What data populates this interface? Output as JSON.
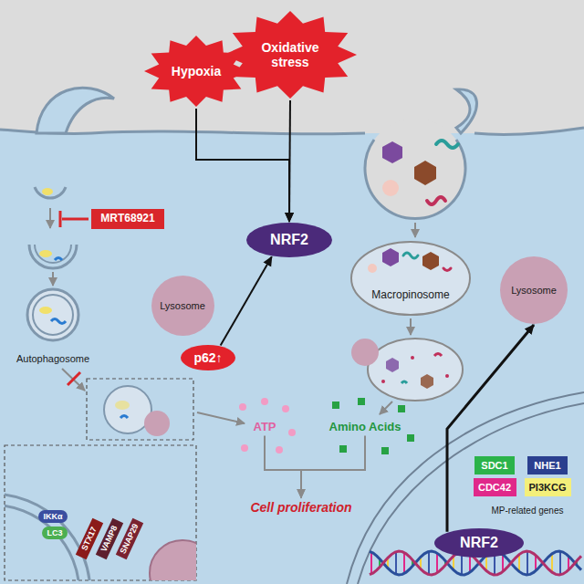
{
  "diagram": {
    "nodes": [
      {
        "text": [
          "Hypoxia"
        ]
      },
      {
        "text": [
          "Oxidative stress"
        ]
      },
      {
        "text": [
          "MRT68921"
        ]
      },
      {
        "text": [
          "NRF2"
        ]
      },
      {
        "text": [
          "Macropinosome"
        ]
      },
      {
        "text": [
          "Lysosome"
        ]
      },
      {
        "text": [
          "p62↑"
        ]
      },
      {
        "text": [
          "Lysosome"
        ]
      },
      {
        "text": [
          "ATP"
        ]
      },
      {
        "text": [
          "Amino Acids"
        ]
      },
      {
        "text": [
          "Cell proliferation"
        ]
      },
      {
        "text": [
          "SDC1"
        ]
      },
      {
        "text": [
          "NHE1"
        ]
      },
      {
        "text": [
          "CDC42"
        ]
      },
      {
        "text": [
          "PI3KCG"
        ]
      },
      {
        "text": [
          "NRF2"
        ]
      },
      {
        "text": [
          "IKKα"
        ]
      },
      {
        "text": [
          "LC3"
        ]
      },
      {
        "text": [
          "STX17"
        ]
      },
      {
        "text": [
          "VAMP8"
        ]
      },
      {
        "text": [
          "SNAP29"
        ]
      }
    ],
    "edges": [
      {
        "from": 0,
        "to": 3,
        "arrow": "to"
      },
      {
        "from": 1,
        "to": 3,
        "arrow": "to"
      },
      {
        "from": 6,
        "to": 3,
        "arrow": "to"
      },
      {
        "from": 8,
        "to": 10,
        "arrow": "to"
      },
      {
        "from": 9,
        "to": 10,
        "arrow": "to"
      },
      {
        "from": 15,
        "to": 7,
        "arrow": "to"
      }
    ],
    "labels": [
      "Autophagosome",
      "MP-related genes"
    ]
  }
}
